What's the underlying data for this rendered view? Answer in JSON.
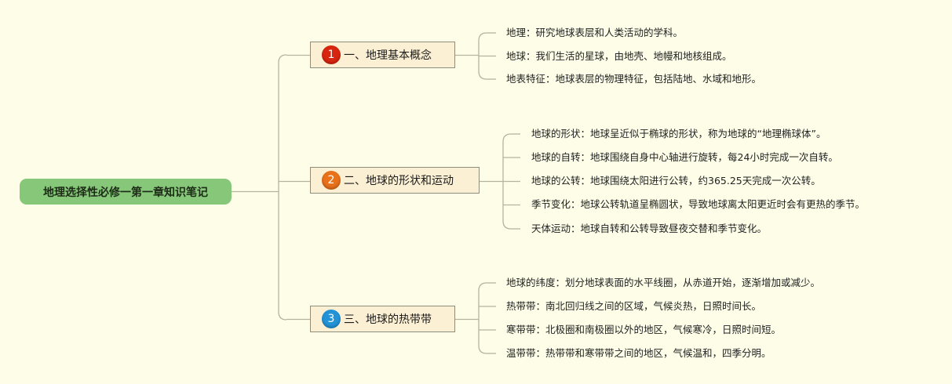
{
  "root": {
    "title": "地理选择性必修一第一章知识笔记"
  },
  "branches": [
    {
      "number": "1",
      "badge_color": "#d8250f",
      "title": "一、地理基本概念",
      "leaves": [
        "地理：研究地球表层和人类活动的学科。",
        "地球：我们生活的星球，由地壳、地幔和地核组成。",
        "地表特征：地球表层的物理特征，包括陆地、水域和地形。"
      ]
    },
    {
      "number": "2",
      "badge_color": "#e8711a",
      "title": "二、地球的形状和运动",
      "leaves": [
        "地球的形状：地球呈近似于椭球的形状，称为地球的“地理椭球体”。",
        "地球的自转：地球围绕自身中心轴进行旋转，每24小时完成一次自转。",
        "地球的公转：地球围绕太阳进行公转，约365.25天完成一次公转。",
        "季节变化：地球公转轨道呈椭圆状，导致地球离太阳更近时会有更热的季节。",
        "天体运动：地球自转和公转导致昼夜交替和季节变化。"
      ]
    },
    {
      "number": "3",
      "badge_color": "#2393d8",
      "title": "三、地球的热带带",
      "leaves": [
        "地球的纬度：划分地球表面的水平线圈，从赤道开始，逐渐增加或减少。",
        "热带带：南北回归线之间的区域，气候炎热，日照时间长。",
        "寒带带：北极圈和南极圈以外的地区，气候寒冷，日照时间短。",
        "温带带：热带带和寒带带之间的地区，气候温和，四季分明。"
      ]
    }
  ]
}
